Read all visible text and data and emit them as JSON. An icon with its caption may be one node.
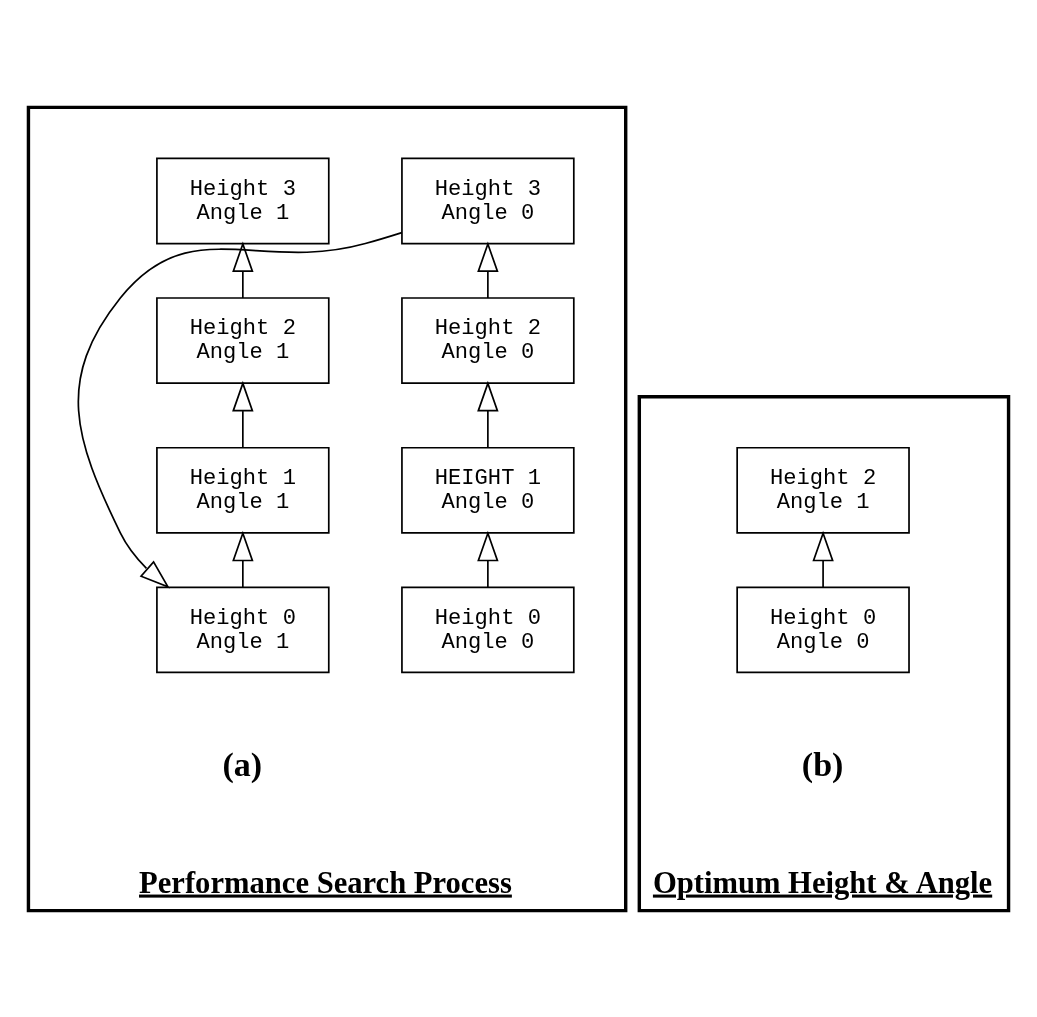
{
  "diagram": {
    "nodes": [
      {
        "text": [
          "Performance Search Process"
        ]
      },
      {
        "text": [
          "Height 3",
          "Angle 0"
        ],
        "in": 0
      },
      {
        "text": [
          "Height 3",
          "Angle 1"
        ],
        "in": 0
      },
      {
        "text": [
          "Height 2",
          "Angle 0"
        ],
        "in": 0
      },
      {
        "text": [
          "Height 2",
          "Angle 1"
        ],
        "in": 0
      },
      {
        "text": [
          "HEIGHT 1",
          "Angle 0"
        ],
        "in": 0
      },
      {
        "text": [
          "Height 1",
          "Angle 1"
        ],
        "in": 0
      },
      {
        "text": [
          "Height 0",
          "Angle 0"
        ],
        "in": 0
      },
      {
        "text": [
          "Height 0",
          "Angle 1"
        ],
        "in": 0
      },
      {
        "text": [
          "Optimum Height & Angle"
        ]
      },
      {
        "text": [
          "Height 2",
          "Angle 1"
        ],
        "in": 9
      },
      {
        "text": [
          "Height 0",
          "Angle 0"
        ],
        "in": 9
      }
    ],
    "edges": [
      {
        "from": 7,
        "to": 5,
        "arrow": "to"
      },
      {
        "from": 5,
        "to": 3,
        "arrow": "to"
      },
      {
        "from": 3,
        "to": 1,
        "arrow": "to"
      },
      {
        "from": 1,
        "to": 8,
        "arrow": "to"
      },
      {
        "from": 8,
        "to": 6,
        "arrow": "to"
      },
      {
        "from": 6,
        "to": 4,
        "arrow": "to"
      },
      {
        "from": 4,
        "to": 2,
        "arrow": "to"
      },
      {
        "from": 11,
        "to": 10,
        "arrow": "to"
      }
    ],
    "labels": [
      "(a)",
      "(b)"
    ]
  }
}
